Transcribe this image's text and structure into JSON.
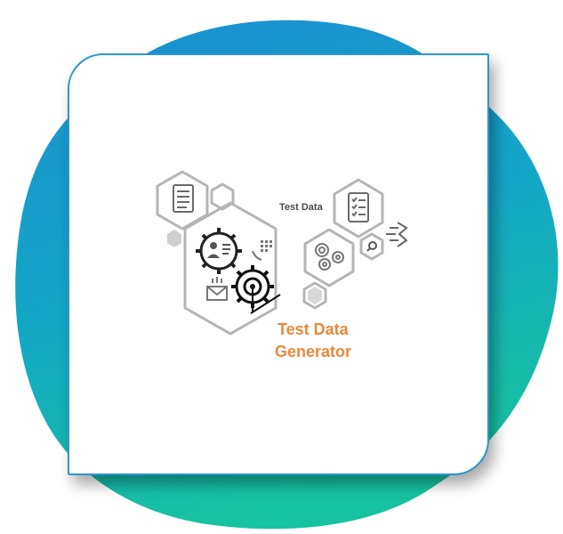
{
  "illustration": {
    "caption_small": "Test Data",
    "title_line1": "Test Data",
    "title_line2": "Generator"
  },
  "colors": {
    "blob_gradient_top": "#1c8fd1",
    "blob_gradient_bottom": "#17c2a0",
    "card_border": "#2a96d3",
    "title_accent": "#e8893a",
    "hex_outline": "#b5b5b5",
    "icon_dark": "#2b2b2b"
  },
  "icons": [
    "document-icon",
    "checklist-icon",
    "user-profile-gear-icon",
    "target-gear-icon",
    "mail-icon",
    "phone-grid-icon",
    "multi-gear-icon",
    "magnifier-icon",
    "data-flow-icon"
  ]
}
